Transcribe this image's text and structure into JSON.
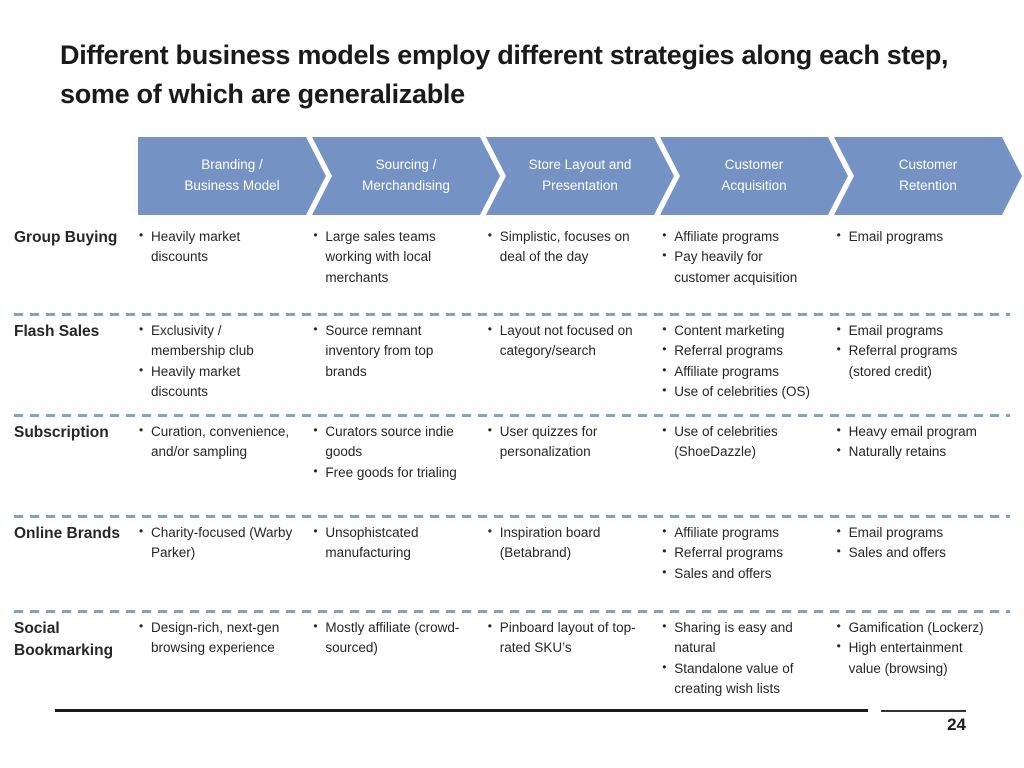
{
  "slide": {
    "title": "Different business models employ different strategies along each step, some of which are generalizable",
    "page_number": "24"
  },
  "colors": {
    "chevron_blue": "#7492C3",
    "separator_dash_blue": "#82A4C4",
    "text_dark": "#262626"
  },
  "process_steps": [
    {
      "line1": "Branding /",
      "line2": "Business Model"
    },
    {
      "line1": "Sourcing /",
      "line2": "Merchandising"
    },
    {
      "line1": "Store Layout and",
      "line2": "Presentation"
    },
    {
      "line1": "Customer",
      "line2": "Acquisition"
    },
    {
      "line1": "Customer",
      "line2": "Retention"
    }
  ],
  "table": {
    "rows": [
      {
        "label": "Group Buying",
        "cells": [
          {
            "items": [
              "Heavily market discounts"
            ]
          },
          {
            "items": [
              "Large sales teams working with local merchants"
            ]
          },
          {
            "items": [
              "Simplistic, focuses on deal of the day"
            ]
          },
          {
            "items": [
              "Affiliate programs",
              "Pay heavily for customer acquisition"
            ]
          },
          {
            "items": [
              "Email programs"
            ]
          }
        ]
      },
      {
        "label": "Flash Sales",
        "cells": [
          {
            "items": [
              "Exclusivity / membership club",
              "Heavily market discounts"
            ]
          },
          {
            "items": [
              "Source remnant inventory from top brands"
            ]
          },
          {
            "items": [
              "Layout not focused on category/search"
            ]
          },
          {
            "items": [
              "Content marketing",
              "Referral programs",
              "Affiliate programs",
              "Use of celebrities (OS)"
            ]
          },
          {
            "items": [
              "Email programs",
              "Referral programs (stored credit)"
            ]
          }
        ]
      },
      {
        "label": "Subscription",
        "cells": [
          {
            "items": [
              "Curation, convenience, and/or sampling"
            ]
          },
          {
            "items": [
              "Curators source indie goods",
              "Free goods for trialing"
            ]
          },
          {
            "items": [
              "User quizzes for personalization"
            ]
          },
          {
            "items": [
              "Use of celebrities (ShoeDazzle)"
            ]
          },
          {
            "items": [
              "Heavy email program",
              "Naturally retains"
            ]
          }
        ]
      },
      {
        "label": "Online Brands",
        "cells": [
          {
            "items": [
              "Charity-focused (Warby Parker)"
            ]
          },
          {
            "items": [
              "Unsophistcated manufacturing"
            ]
          },
          {
            "items": [
              "Inspiration board (Betabrand)"
            ]
          },
          {
            "items": [
              "Affiliate programs",
              "Referral programs",
              "Sales and offers"
            ]
          },
          {
            "items": [
              "Email programs",
              "Sales and offers"
            ]
          }
        ]
      },
      {
        "label": "Social Bookmarking",
        "cells": [
          {
            "items": [
              "Design-rich, next-gen browsing experience"
            ]
          },
          {
            "items": [
              "Mostly affiliate (crowd-sourced)"
            ]
          },
          {
            "items": [
              "Pinboard layout of top-rated SKU’s"
            ]
          },
          {
            "items": [
              "Sharing is easy and natural",
              "Standalone value of creating wish lists"
            ]
          },
          {
            "items": [
              "Gamification (Lockerz)",
              "High entertainment value (browsing)"
            ]
          }
        ]
      }
    ]
  }
}
